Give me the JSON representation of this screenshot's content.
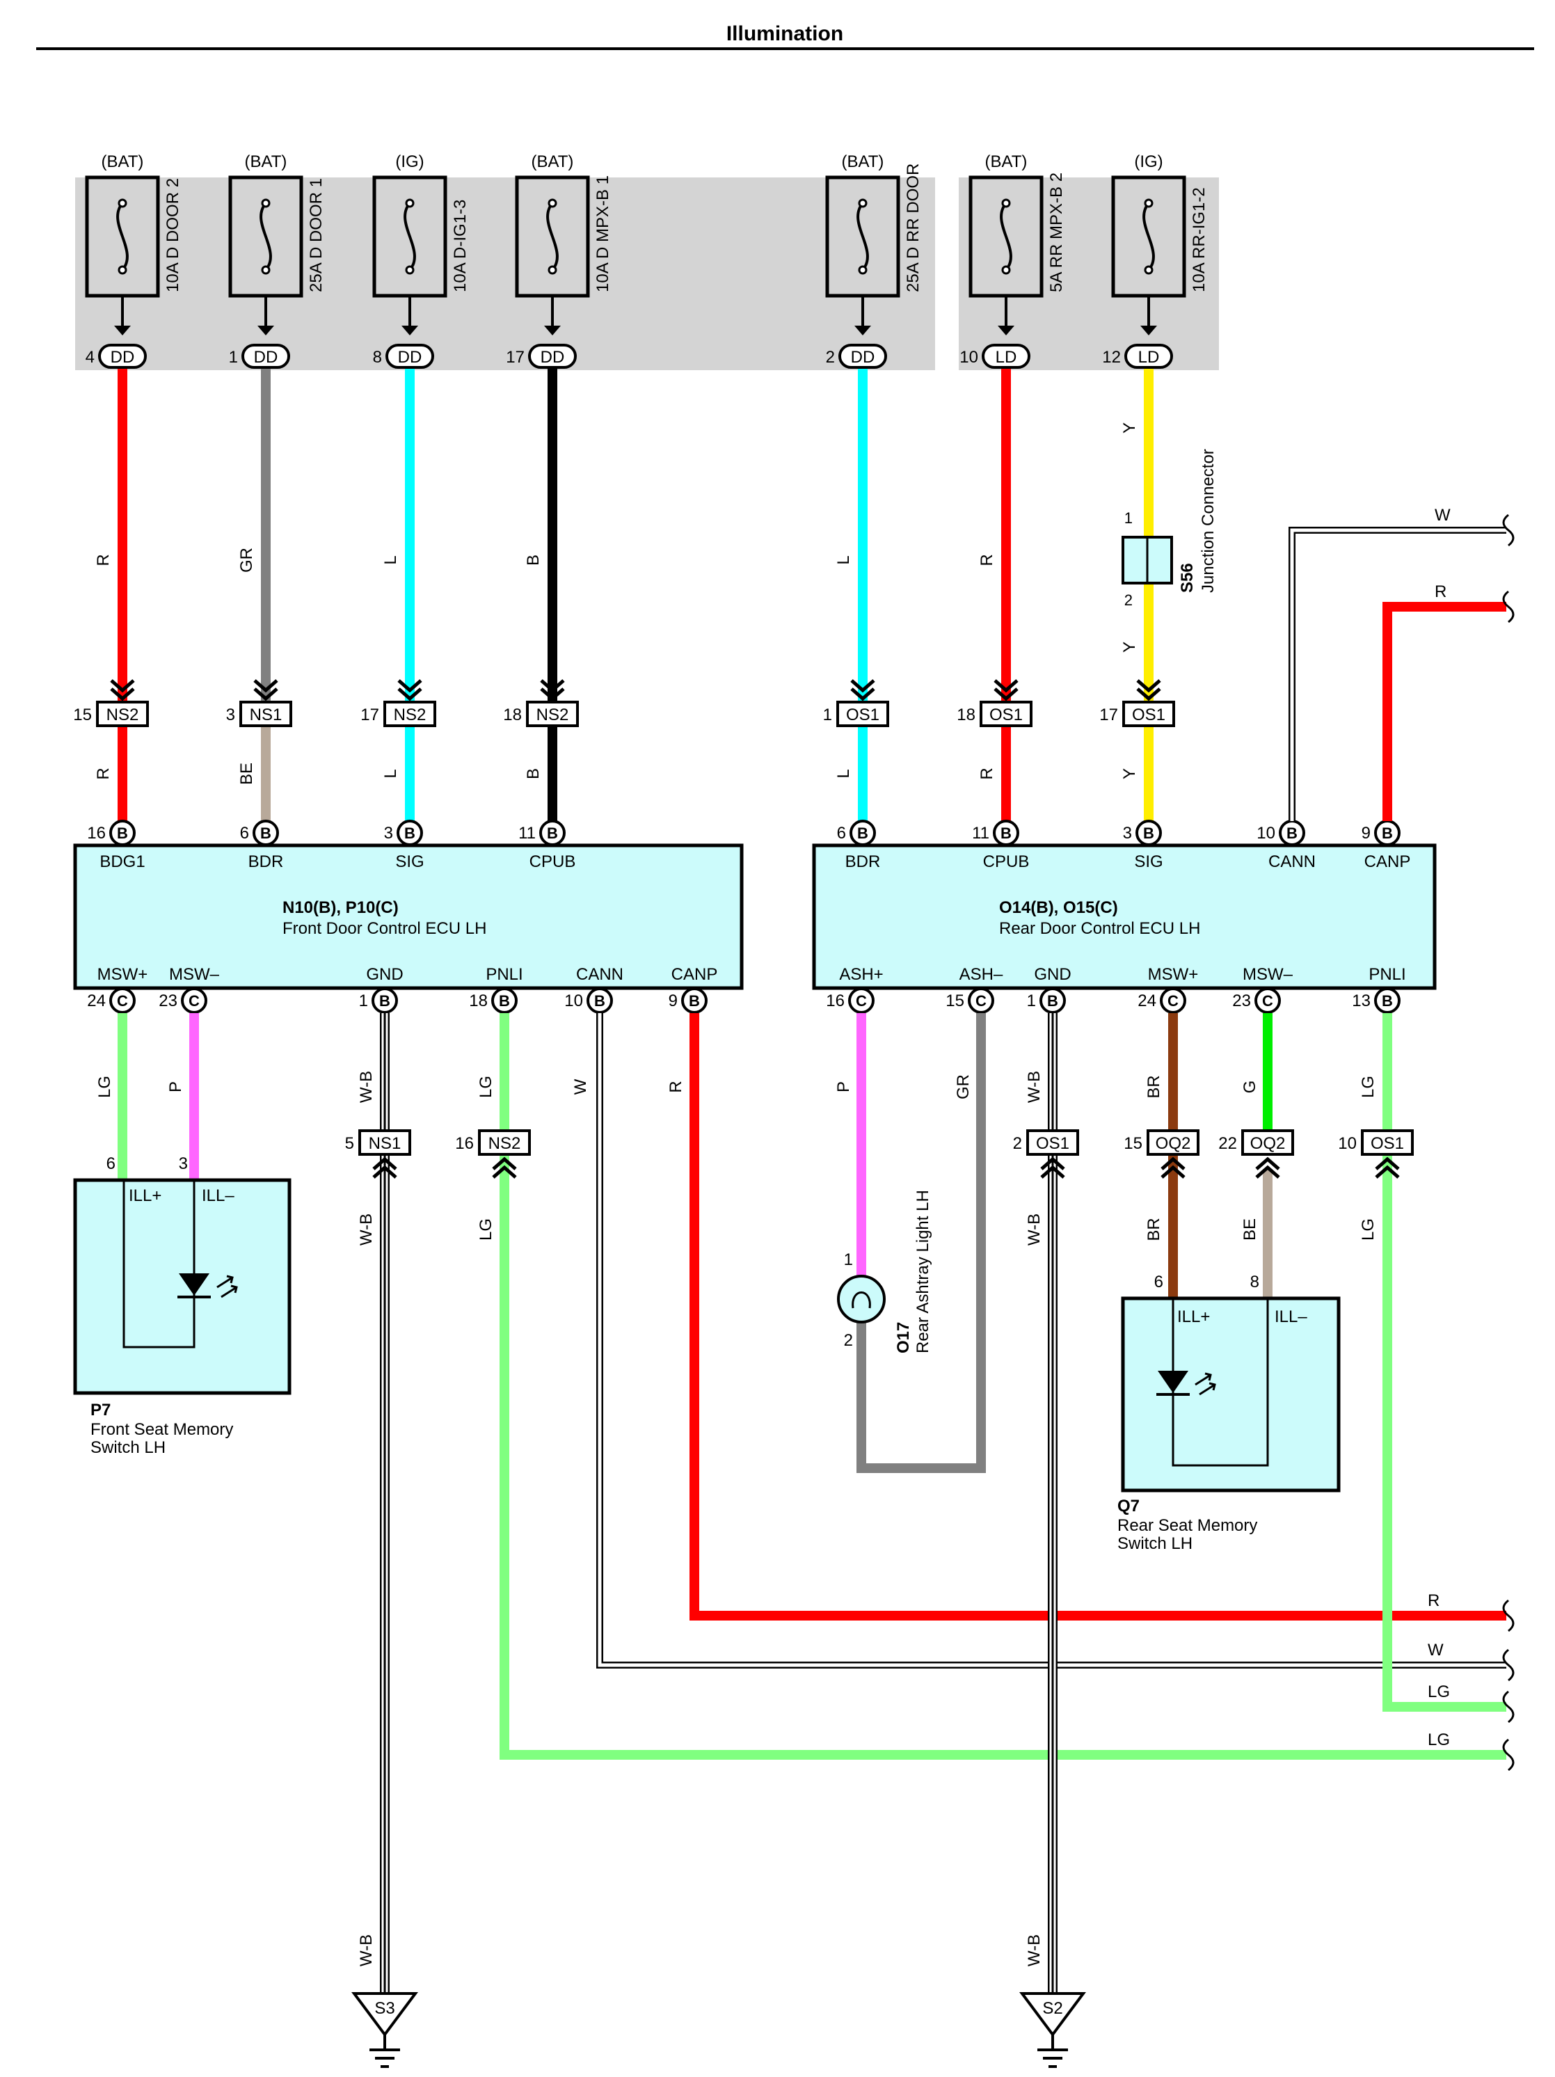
{
  "title": "Illumination",
  "supplies": [
    {
      "src": "(BAT)",
      "fuse": "10A D DOOR 2",
      "pin": "4",
      "conn": "DD",
      "wire": "R",
      "color": "#ff0000"
    },
    {
      "src": "(BAT)",
      "fuse": "25A D DOOR 1",
      "pin": "1",
      "conn": "DD",
      "wire": "GR",
      "color": "#808080"
    },
    {
      "src": "(IG)",
      "fuse": "10A D-IG1-3",
      "pin": "8",
      "conn": "DD",
      "wire": "L",
      "color": "#00ffff"
    },
    {
      "src": "(BAT)",
      "fuse": "10A D MPX-B 1",
      "pin": "17",
      "conn": "DD",
      "wire": "B",
      "color": "#000000"
    },
    {
      "src": "(BAT)",
      "fuse": "25A D RR DOOR",
      "pin": "2",
      "conn": "DD",
      "wire": "L",
      "color": "#00ffff"
    },
    {
      "src": "(BAT)",
      "fuse": "5A RR MPX-B 2",
      "pin": "10",
      "conn": "LD",
      "wire": "R",
      "color": "#ff0000"
    },
    {
      "src": "(IG)",
      "fuse": "10A RR-IG1-2",
      "pin": "12",
      "conn": "LD",
      "wire": "Y",
      "color": "#ffee00"
    }
  ],
  "junction": {
    "id": "S56",
    "name": "Junction Connector",
    "pin_top": "1",
    "pin_bottom": "2",
    "wire": "Y"
  },
  "inline_top": [
    {
      "pin": "15",
      "conn": "NS2",
      "wire": "R"
    },
    {
      "pin": "3",
      "conn": "NS1",
      "wire": "BE"
    },
    {
      "pin": "17",
      "conn": "NS2",
      "wire": "L"
    },
    {
      "pin": "18",
      "conn": "NS2",
      "wire": "B"
    },
    {
      "pin": "1",
      "conn": "OS1",
      "wire": "L"
    },
    {
      "pin": "18",
      "conn": "OS1",
      "wire": "R"
    },
    {
      "pin": "17",
      "conn": "OS1",
      "wire": "Y"
    }
  ],
  "front_ecu": {
    "id": "N10(B), P10(C)",
    "name": "Front Door Control ECU LH",
    "top_pins": [
      {
        "pin": "16",
        "conn": "B",
        "label": "BDG1"
      },
      {
        "pin": "6",
        "conn": "B",
        "label": "BDR"
      },
      {
        "pin": "3",
        "conn": "B",
        "label": "SIG"
      },
      {
        "pin": "11",
        "conn": "B",
        "label": "CPUB"
      }
    ],
    "bottom_pins": [
      {
        "pin": "24",
        "conn": "C",
        "label": "MSW+"
      },
      {
        "pin": "23",
        "conn": "C",
        "label": "MSW–"
      },
      {
        "pin": "1",
        "conn": "B",
        "label": "GND"
      },
      {
        "pin": "18",
        "conn": "B",
        "label": "PNLI"
      },
      {
        "pin": "10",
        "conn": "B",
        "label": "CANN"
      },
      {
        "pin": "9",
        "conn": "B",
        "label": "CANP"
      }
    ]
  },
  "rear_ecu": {
    "id": "O14(B), O15(C)",
    "name": "Rear Door Control ECU LH",
    "top_pins": [
      {
        "pin": "6",
        "conn": "B",
        "label": "BDR"
      },
      {
        "pin": "11",
        "conn": "B",
        "label": "CPUB"
      },
      {
        "pin": "3",
        "conn": "B",
        "label": "SIG"
      },
      {
        "pin": "10",
        "conn": "B",
        "label": "CANN"
      },
      {
        "pin": "9",
        "conn": "B",
        "label": "CANP"
      }
    ],
    "bottom_pins": [
      {
        "pin": "16",
        "conn": "C",
        "label": "ASH+"
      },
      {
        "pin": "15",
        "conn": "C",
        "label": "ASH–"
      },
      {
        "pin": "1",
        "conn": "B",
        "label": "GND"
      },
      {
        "pin": "24",
        "conn": "C",
        "label": "MSW+"
      },
      {
        "pin": "23",
        "conn": "C",
        "label": "MSW–"
      },
      {
        "pin": "13",
        "conn": "B",
        "label": "PNLI"
      }
    ]
  },
  "front_lower_wires": {
    "msw_plus": "LG",
    "msw_minus": "P",
    "gnd": "W-B",
    "pnli": "LG",
    "cann": "W",
    "canp": "R"
  },
  "rear_lower_wires": {
    "ash_plus": "P",
    "ash_minus": "GR",
    "gnd": "W-B",
    "msw_plus": "BR",
    "msw_minus": "G",
    "pnli": "LG",
    "pnli_lower": "LG",
    "msw_plus_lower": "BR",
    "msw_minus_lower": "BE"
  },
  "inline_bottom": [
    {
      "pin": "5",
      "conn": "NS1"
    },
    {
      "pin": "16",
      "conn": "NS2"
    },
    {
      "pin": "2",
      "conn": "OS1"
    },
    {
      "pin": "15",
      "conn": "OQ2"
    },
    {
      "pin": "22",
      "conn": "OQ2"
    },
    {
      "pin": "10",
      "conn": "OS1"
    }
  ],
  "front_switch": {
    "id": "P7",
    "name_line1": "Front Seat Memory",
    "name_line2": "Switch LH",
    "pin_plus": "6",
    "pin_minus": "3",
    "label_plus": "ILL+",
    "label_minus": "ILL–"
  },
  "rear_switch": {
    "id": "Q7",
    "name_line1": "Rear Seat Memory",
    "name_line2": "Switch LH",
    "pin_plus": "6",
    "pin_minus": "8",
    "label_plus": "ILL+",
    "label_minus": "ILL–"
  },
  "ashtray": {
    "id": "O17",
    "name": "Rear Ashtray Light LH",
    "pin_top": "1",
    "pin_bottom": "2"
  },
  "grounds": [
    {
      "id": "S3",
      "wire": "W-B"
    },
    {
      "id": "S2",
      "wire": "W-B"
    }
  ],
  "right_wires_top": [
    {
      "label": "W"
    },
    {
      "label": "R"
    }
  ],
  "right_wires_bottom": [
    {
      "label": "R"
    },
    {
      "label": "W"
    },
    {
      "label": "LG"
    },
    {
      "label": "LG"
    }
  ],
  "colors": {
    "R": "#ff0000",
    "GR": "#808080",
    "L": "#00ffff",
    "B": "#000000",
    "Y": "#ffee00",
    "BE": "#b8a99a",
    "LG": "#80ff80",
    "P": "#ff66ff",
    "BR": "#8b3a0f",
    "G": "#00ee00",
    "W": "#ffffff",
    "ecu_fill": "#ccfbfb",
    "fuse_box": "#d4d4d4"
  }
}
